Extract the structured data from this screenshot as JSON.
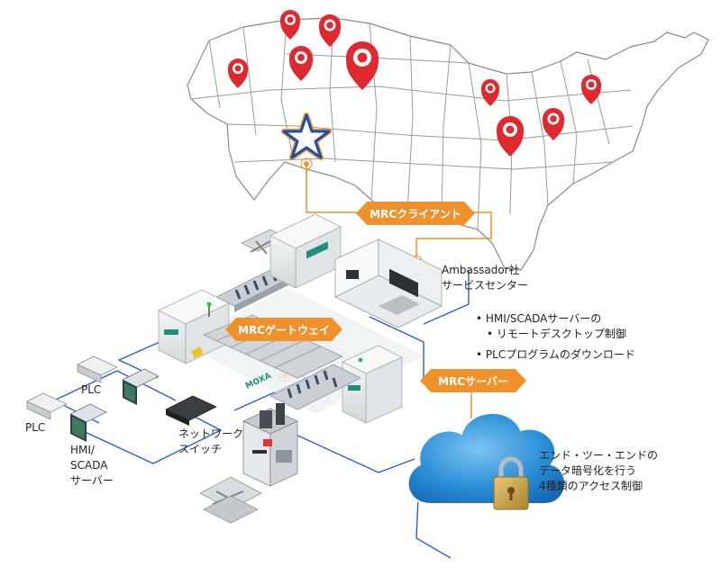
{
  "map": {
    "pins": [
      {
        "name": "pin-1",
        "big": false
      },
      {
        "name": "pin-2",
        "big": false
      },
      {
        "name": "pin-3",
        "big": false
      },
      {
        "name": "pin-4",
        "big": true
      },
      {
        "name": "pin-5",
        "big": false
      },
      {
        "name": "pin-6",
        "big": false
      },
      {
        "name": "pin-7",
        "big": false
      },
      {
        "name": "pin-8",
        "big": true
      },
      {
        "name": "pin-9",
        "big": false
      }
    ],
    "pin_color": "#e0292e",
    "star_color": "#1f4ea8"
  },
  "tags": {
    "client": "MRCクライアント",
    "gateway": "MRCゲートウェイ",
    "server": "MRCサーバー"
  },
  "labels": {
    "ambassador_line1": "Ambassador社",
    "ambassador_line2": "サービスセンター",
    "plc_top": "PLC",
    "plc_left": "PLC",
    "hmi_line1": "HMI/",
    "hmi_line2": "SCADA",
    "hmi_line3": "サーバー",
    "switch_line1": "ネットワーク",
    "switch_line2": "スイッチ",
    "moxa": "MOXA",
    "security_line1": "エンド・ツー・エンドの",
    "security_line2": "データ暗号化を行う",
    "security_line3": "4種類のアクセス制御"
  },
  "bullets": [
    "HMI/SCADAサーバーの",
    "リモートデスクトップ制御",
    "PLCプログラムのダウンロード"
  ],
  "colors": {
    "accent_orange": "#f0922b",
    "network_blue": "#2b5fd0",
    "cloud_blue": "#2a8fd6",
    "lock_gold": "#c9a24a"
  }
}
